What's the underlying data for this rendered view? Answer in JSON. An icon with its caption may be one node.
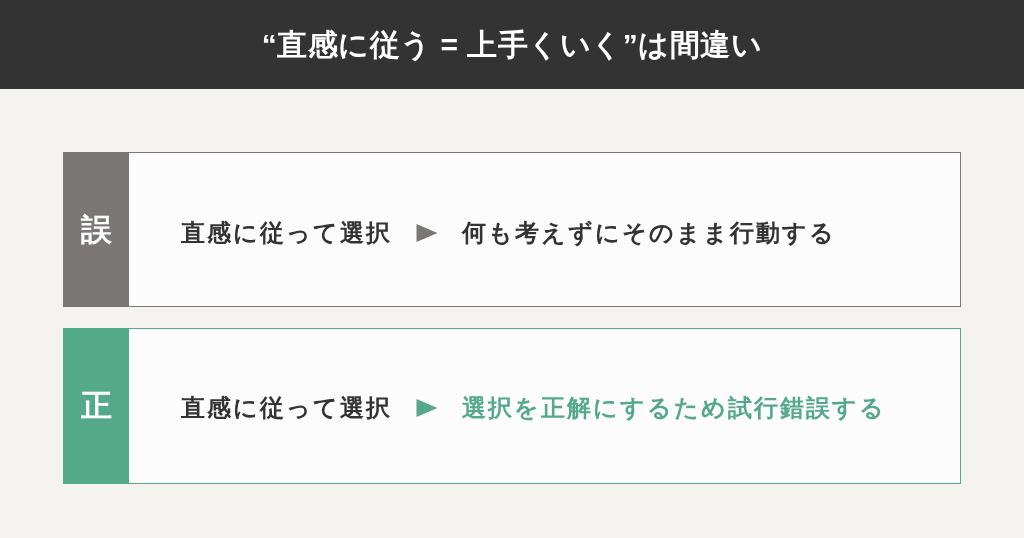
{
  "diagram": {
    "title": "“直感に従う = 上手くいく”は間違い",
    "nodes": [
      {
        "text": [],
        "shape": "box"
      },
      {
        "text": [
          "誤"
        ],
        "in": 0
      },
      {
        "text": [
          "直感に従って選択"
        ],
        "in": 0
      },
      {
        "text": [
          "何も考えずにそのまま行動する"
        ],
        "in": 0
      },
      {
        "text": [],
        "shape": "box"
      },
      {
        "text": [
          "正"
        ],
        "in": 4
      },
      {
        "text": [
          "直感に従って選択"
        ],
        "in": 4
      },
      {
        "text": [
          "選択を正解にするため試行錯誤する"
        ],
        "in": 4
      }
    ],
    "edges": [
      {
        "from": 2,
        "to": 3,
        "arrow": "to",
        "color": "#7a7877"
      },
      {
        "from": 6,
        "to": 7,
        "arrow": "to",
        "color": "#55a98b"
      }
    ]
  }
}
